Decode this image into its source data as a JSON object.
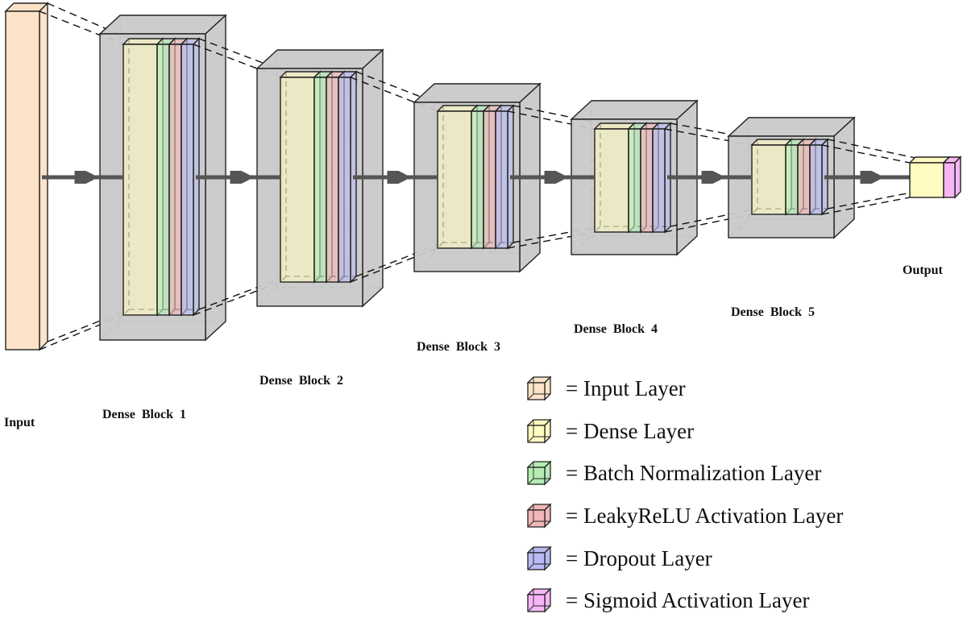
{
  "labels": {
    "input": "Input",
    "block1": "Dense  Block  1",
    "block2": "Dense  Block  2",
    "block3": "Dense  Block  3",
    "block4": "Dense  Block  4",
    "block5": "Dense  Block  5",
    "output": "Output"
  },
  "colors": {
    "input": "#fde3c8",
    "dense": "#fffac0",
    "batchnorm": "#b4ecb4",
    "leakyrelu": "#f3b6b6",
    "dropout": "#b8baf3",
    "sigmoid": "#f6b6f6",
    "block": "#c9c9c9"
  },
  "legend": [
    {
      "key": "input",
      "text": "= Input Layer"
    },
    {
      "key": "dense",
      "text": "= Dense Layer"
    },
    {
      "key": "batchnorm",
      "text": "= Batch Normalization Layer"
    },
    {
      "key": "leakyrelu",
      "text": "= LeakyReLU Activation Layer"
    },
    {
      "key": "dropout",
      "text": "= Dropout Layer"
    },
    {
      "key": "sigmoid",
      "text": "= Sigmoid Activation Layer"
    }
  ]
}
